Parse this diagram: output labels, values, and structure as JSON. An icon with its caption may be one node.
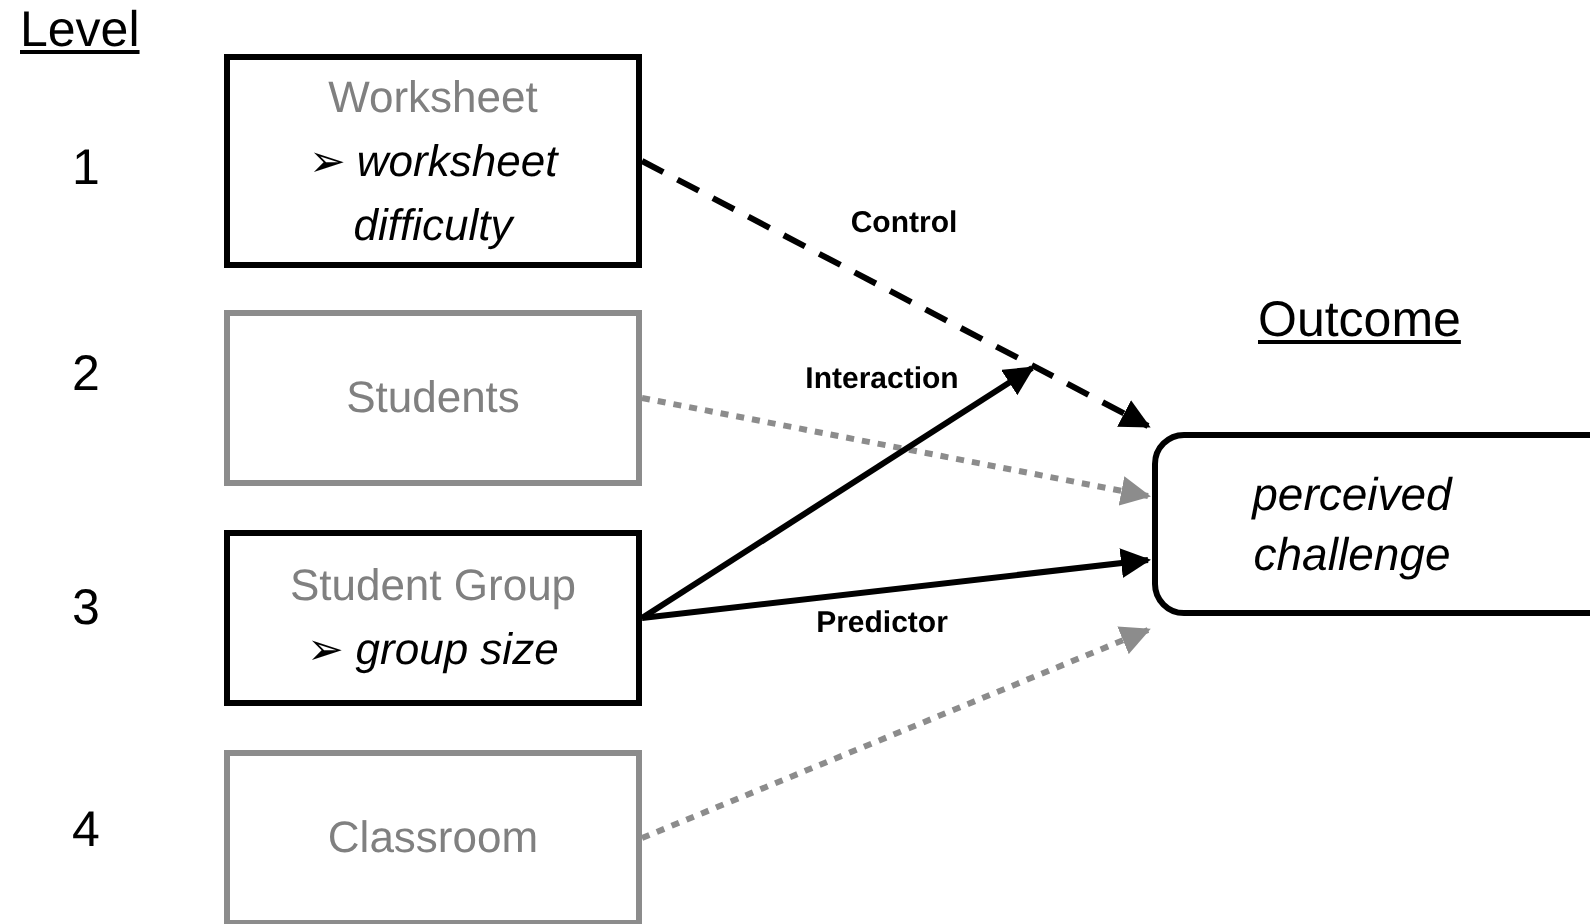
{
  "diagram": {
    "nodes": [
      {
        "text": [
          "Worksheet",
          "➢ *worksheet difficulty*"
        ]
      },
      {
        "text": [
          "Students"
        ]
      },
      {
        "text": [
          "Student Group",
          "➢ *group size*"
        ]
      },
      {
        "text": [
          "Classroom"
        ]
      },
      {
        "text": [
          "Outcome",
          "perceived challenge"
        ]
      }
    ],
    "edges": [
      {
        "from": 0,
        "to": 4,
        "arrow": "to",
        "label": "Control",
        "style": "dashed"
      },
      {
        "from": 1,
        "to": 4,
        "arrow": "to",
        "style": "dashed",
        "color": "#8c8c8c"
      },
      {
        "from": 2,
        "to": null,
        "arrow": "to",
        "label": "Interaction"
      },
      {
        "from": 2,
        "to": 4,
        "arrow": "to",
        "label": "Predictor"
      },
      {
        "from": 3,
        "to": 4,
        "arrow": "to",
        "style": "dashed",
        "color": "#8c8c8c"
      }
    ],
    "labels": [
      "Level",
      "1",
      "2",
      "3",
      "4"
    ]
  }
}
